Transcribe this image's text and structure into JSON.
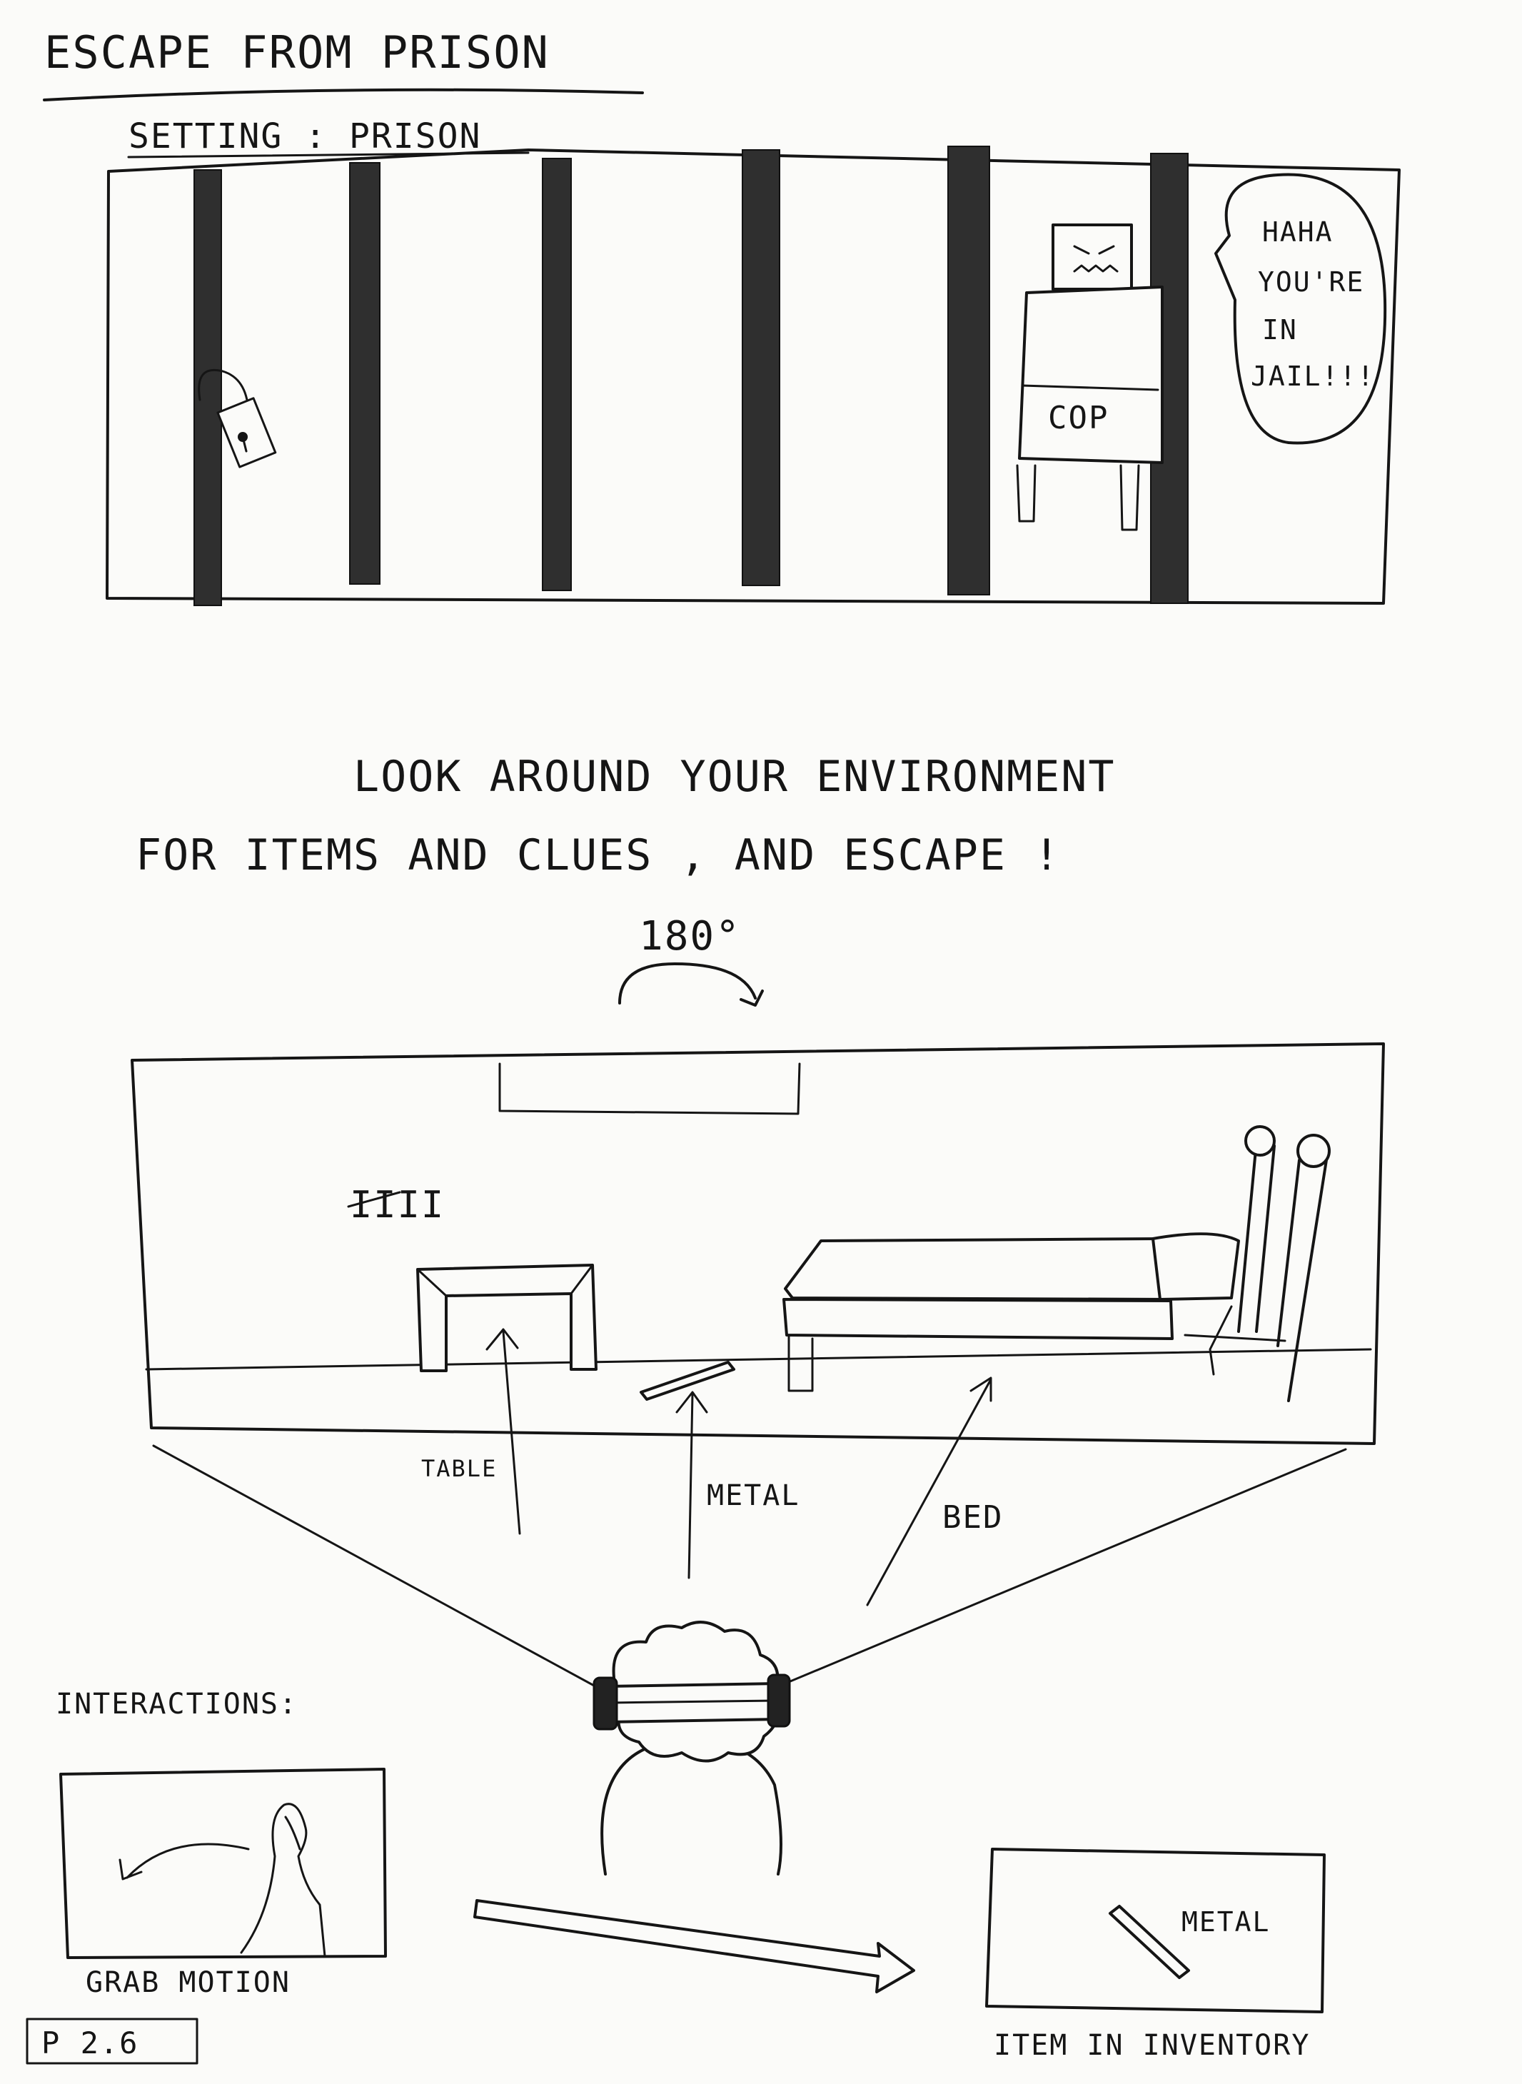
{
  "title": "ESCAPE FROM PRISON",
  "setting": "SETTING : PRISON",
  "guard": {
    "label": "COP",
    "speech": [
      "HAHA",
      "YOU'RE",
      "IN",
      "JAIL!!!"
    ]
  },
  "instructions": [
    "LOOK AROUND YOUR ENVIRONMENT",
    "FOR ITEMS AND CLUES , AND ESCAPE !"
  ],
  "rotation_label": "180°",
  "room_labels": {
    "tally": "IIII",
    "table": "TABLE",
    "metal": "METAL",
    "bed": "BED"
  },
  "interactions": {
    "heading": "INTERACTIONS:",
    "grab_label": "GRAB MOTION",
    "inventory_item": "METAL",
    "inventory_label": "ITEM IN INVENTORY"
  },
  "page_number": "P 2.6"
}
